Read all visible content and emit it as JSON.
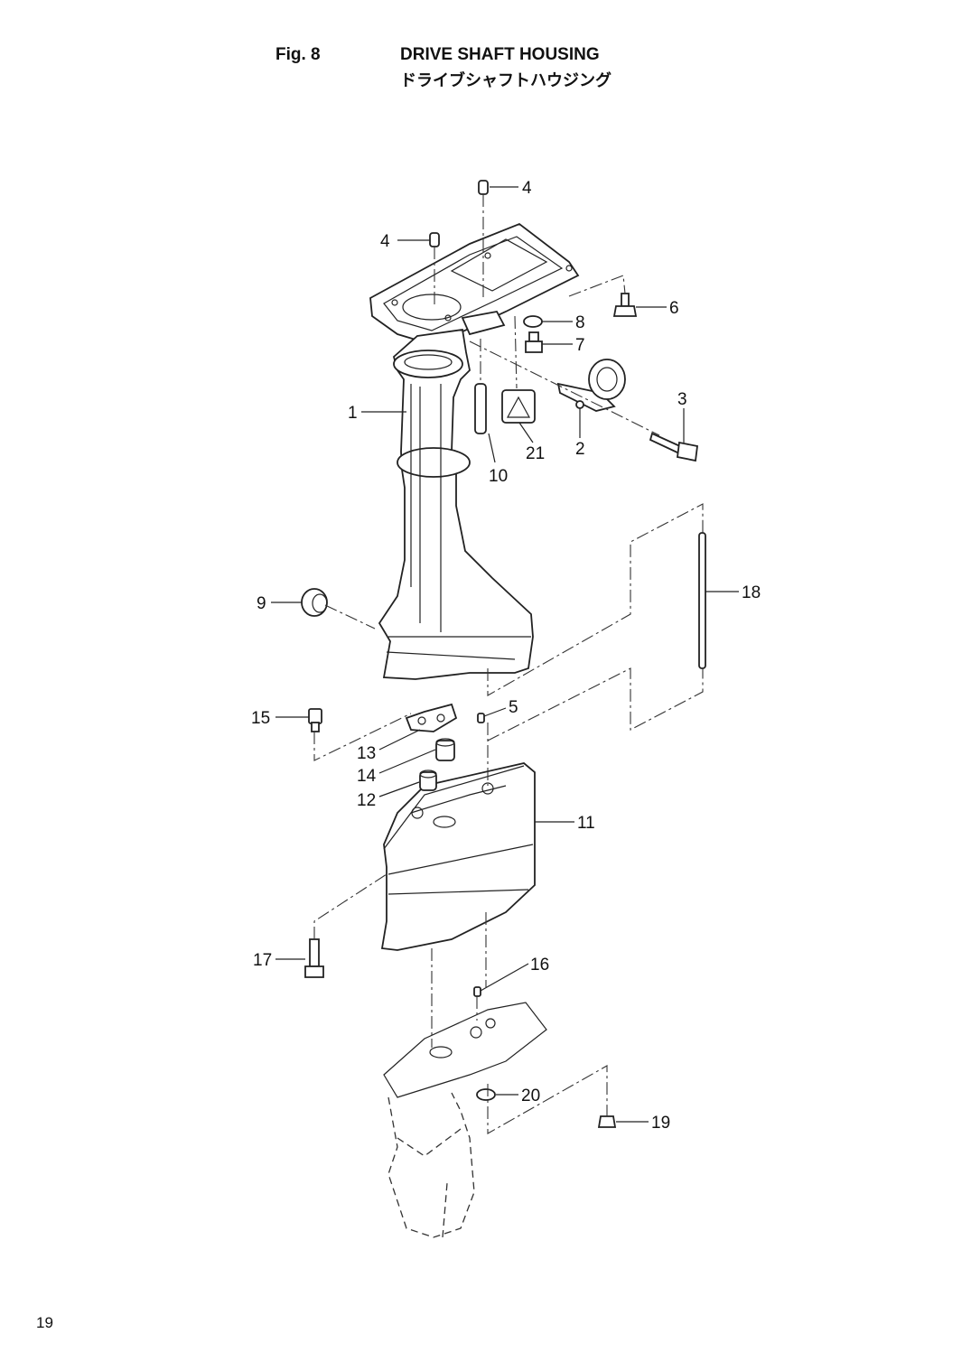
{
  "header": {
    "fig_label": "Fig. 8",
    "title_en": "DRIVE SHAFT HOUSING",
    "title_jp": "ドライブシャフトハウジング"
  },
  "callouts": {
    "c1": "1",
    "c2": "2",
    "c3": "3",
    "c4a": "4",
    "c4b": "4",
    "c5": "5",
    "c6": "6",
    "c7": "7",
    "c8": "8",
    "c9": "9",
    "c10": "10",
    "c11": "11",
    "c12": "12",
    "c13": "13",
    "c14": "14",
    "c15": "15",
    "c16": "16",
    "c17": "17",
    "c18": "18",
    "c19": "19",
    "c20": "20",
    "c21": "21"
  },
  "footer": {
    "page_number": "19"
  }
}
